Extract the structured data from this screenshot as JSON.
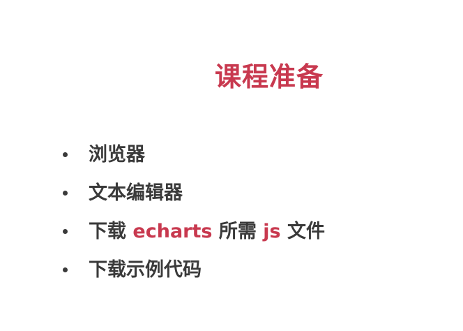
{
  "slide": {
    "title": "课程准备",
    "accent_color": "#c8394f",
    "text_color": "#3a3a3a",
    "bullets": [
      {
        "text": "浏览器"
      },
      {
        "text": "文本编辑器"
      },
      {
        "parts": [
          {
            "text": "下载 ",
            "accent": false
          },
          {
            "text": "echarts",
            "accent": true
          },
          {
            "text": " 所需 ",
            "accent": false
          },
          {
            "text": "js",
            "accent": true
          },
          {
            "text": " 文件",
            "accent": false
          }
        ]
      },
      {
        "text": "下载示例代码"
      }
    ]
  }
}
